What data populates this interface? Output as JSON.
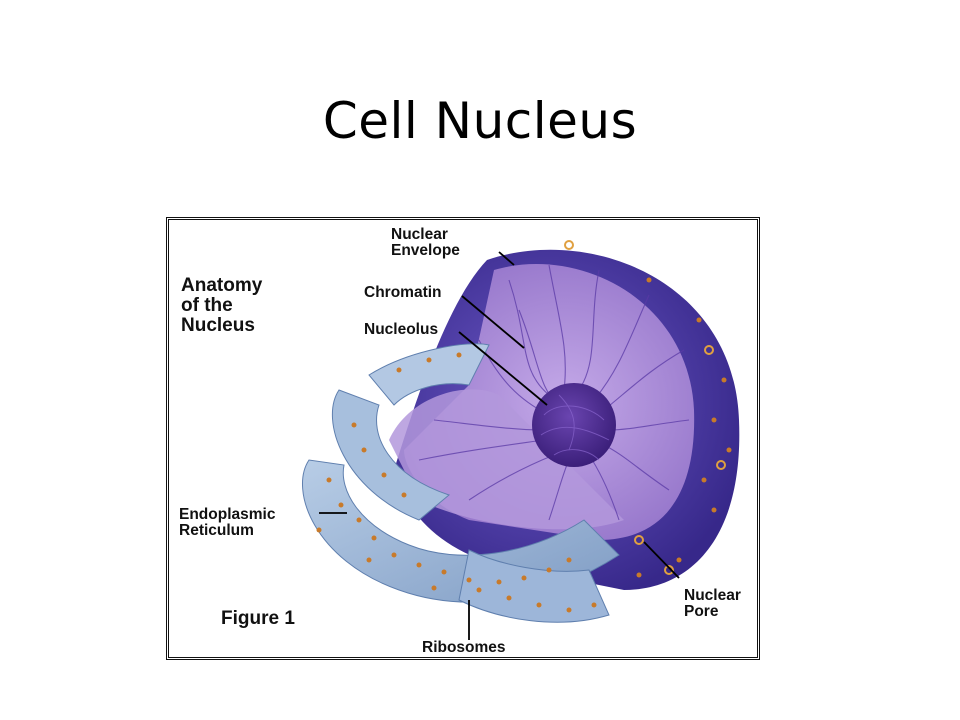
{
  "slide": {
    "title": "Cell Nucleus"
  },
  "figure": {
    "heading": "Anatomy\nof the\nNucleus",
    "caption": "Figure 1",
    "labels": {
      "nuclear_envelope": "Nuclear\nEnvelope",
      "chromatin": "Chromatin",
      "nucleolus": "Nucleolus",
      "endoplasmic_reticulum": "Endoplasmic\nReticulum",
      "ribosomes": "Ribosomes",
      "nuclear_pore": "Nuclear\nPore"
    }
  },
  "colors": {
    "envelope": "#4a3a9e",
    "nucleoplasm": "#a98ad6",
    "nucleolus": "#4b2a8c",
    "er": "#9bb6d8",
    "ribosome": "#c87a2a"
  }
}
